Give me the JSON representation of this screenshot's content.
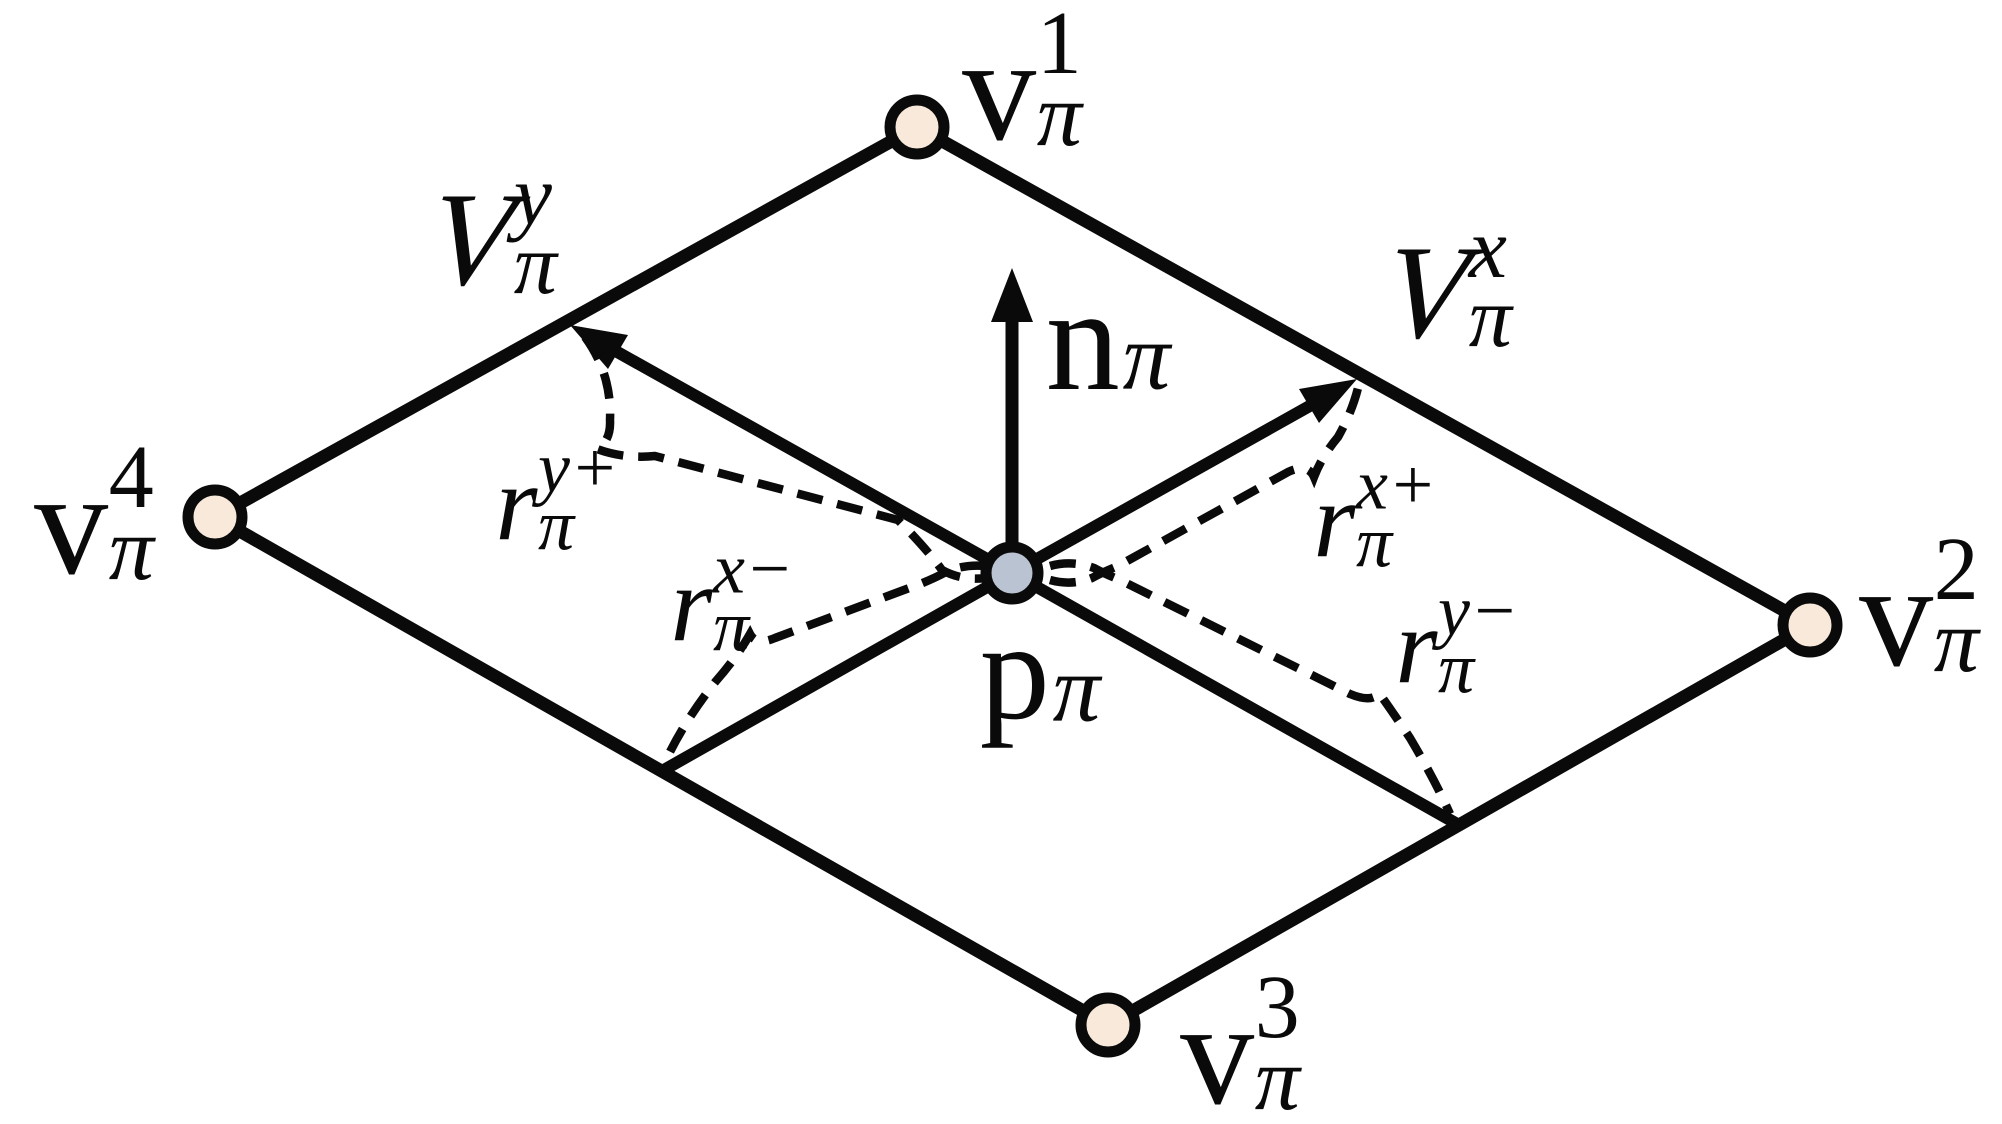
{
  "figure": {
    "background": "#ffffff",
    "line_color": "#0a0a0a",
    "text_color": "#0a0a0a",
    "vertex_fill": "#f8e9da",
    "center_fill": "#b9c3d1",
    "labels": {
      "v1": {
        "base": "v",
        "sup": "1",
        "sub": "π"
      },
      "v2": {
        "base": "v",
        "sup": "2",
        "sub": "π"
      },
      "v3": {
        "base": "v",
        "sup": "3",
        "sub": "π"
      },
      "v4": {
        "base": "v",
        "sup": "4",
        "sub": "π"
      },
      "axis_y": {
        "base": "V",
        "sup": "y",
        "sub": "π"
      },
      "axis_x": {
        "base": "V",
        "sup": "x",
        "sub": "π"
      },
      "normal": {
        "base": "n",
        "sub": "π"
      },
      "center": {
        "base": "p",
        "sub": "π"
      },
      "r_y_plus": {
        "base": "r",
        "sup": "y+",
        "sub": "π"
      },
      "r_x_plus": {
        "base": "r",
        "sup": "x+",
        "sub": "π"
      },
      "r_x_minus": {
        "base": "r",
        "sup": "x−",
        "sub": "π"
      },
      "r_y_minus": {
        "base": "r",
        "sup": "y−",
        "sub": "π"
      }
    }
  }
}
